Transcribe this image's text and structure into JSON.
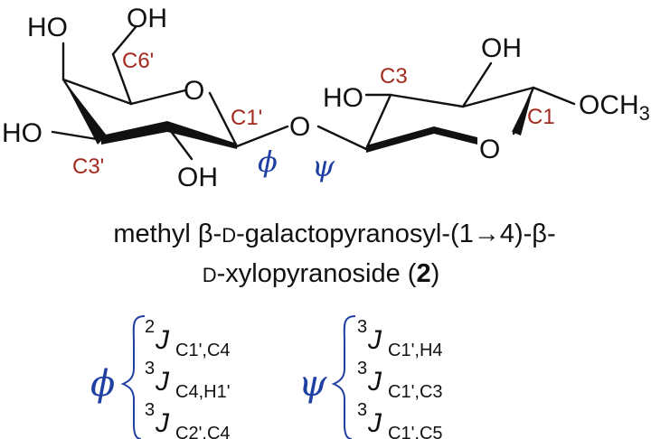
{
  "atoms": {
    "oh_top": "OH",
    "ho_c4p": "HO",
    "o_ring_gal": "O",
    "ho_c3p": "HO",
    "oh_c2p": "OH",
    "o_link": "O",
    "ho_c3": "HO",
    "oh_c2": "OH",
    "och3": "OCH",
    "och3_sub": "3",
    "o_ring_xyl": "O"
  },
  "locants": {
    "c6p": "C6'",
    "c1p": "C1'",
    "c3p": "C3'",
    "c3": "C3",
    "c1": "C1"
  },
  "torsions": {
    "phi": "ϕ",
    "psi": "ψ"
  },
  "caption": {
    "line1_a": "methyl β-",
    "line1_d": "D",
    "line1_b": "-galactopyranosyl-(1",
    "line1_arrow": "→",
    "line1_c": "4)-β-",
    "line2_d": "D",
    "line2_a": "-xylopyranoside (",
    "line2_num": "2",
    "line2_b": ")"
  },
  "couplings": {
    "phi_group": [
      {
        "sup": "2",
        "main": "J",
        "sub": "C1',C4"
      },
      {
        "sup": "3",
        "main": "J",
        "sub": "C4,H1'"
      },
      {
        "sup": "3",
        "main": "J",
        "sub": "C2',C4"
      }
    ],
    "psi_group": [
      {
        "sup": "3",
        "main": "J",
        "sub": "C1',H4"
      },
      {
        "sup": "3",
        "main": "J",
        "sub": "C1',C3"
      },
      {
        "sup": "3",
        "main": "J",
        "sub": "C1',C5"
      }
    ]
  },
  "colors": {
    "locant": "#a32a1f",
    "torsion": "#1f3fa3",
    "bond": "#111111"
  }
}
